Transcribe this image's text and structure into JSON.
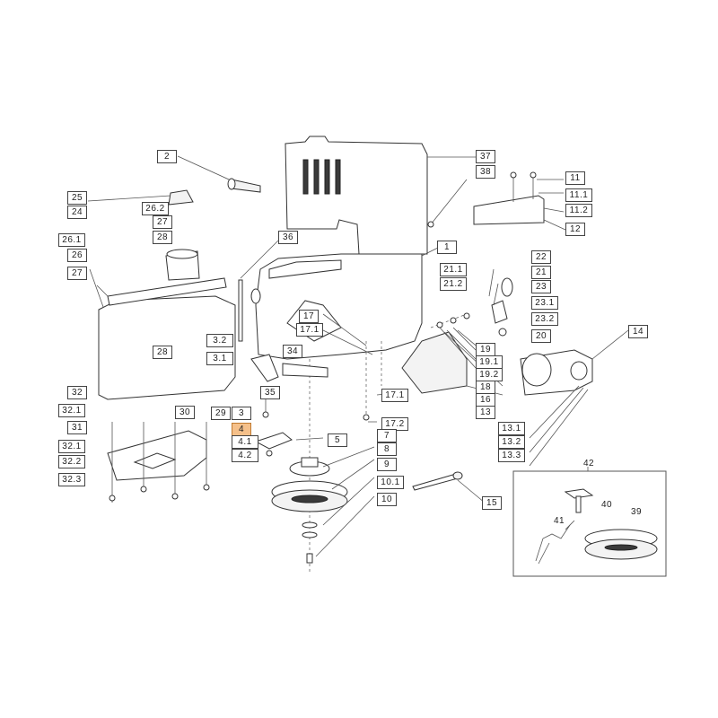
{
  "callouts": {
    "c1": "1",
    "c2": "2",
    "c3": "3",
    "c3_1": "3.1",
    "c3_2": "3.2",
    "c4": "4",
    "c4_1": "4.1",
    "c4_2": "4.2",
    "c5": "5",
    "c7": "7",
    "c8": "8",
    "c9": "9",
    "c10": "10",
    "c10_1": "10.1",
    "c11": "11",
    "c11_1": "11.1",
    "c11_2": "11.2",
    "c12": "12",
    "c13": "13",
    "c13_1": "13.1",
    "c13_2": "13.2",
    "c13_3": "13.3",
    "c14": "14",
    "c15": "15",
    "c16": "16",
    "c17": "17",
    "c17_1a": "17.1",
    "c17_1b": "17.1",
    "c17_2": "17.2",
    "c18": "18",
    "c19": "19",
    "c19_1": "19.1",
    "c19_2": "19.2",
    "c20": "20",
    "c21": "21",
    "c21_1": "21.1",
    "c21_2": "21.2",
    "c22": "22",
    "c23": "23",
    "c23_1": "23.1",
    "c23_2": "23.2",
    "c24": "24",
    "c25": "25",
    "c26": "26",
    "c26_1": "26.1",
    "c26_2": "26.2",
    "c27a": "27",
    "c27b": "27",
    "c28a": "28",
    "c28b": "28",
    "c29": "29",
    "c30": "30",
    "c31": "31",
    "c32": "32",
    "c32_1a": "32.1",
    "c32_1b": "32.1",
    "c32_2": "32.2",
    "c32_3": "32.3",
    "c34": "34",
    "c35": "35",
    "c36": "36",
    "c37": "37",
    "c38": "38",
    "c39": "39",
    "c40": "40",
    "c41": "41",
    "c42": "42"
  },
  "highlight_color": "#f5c08a"
}
